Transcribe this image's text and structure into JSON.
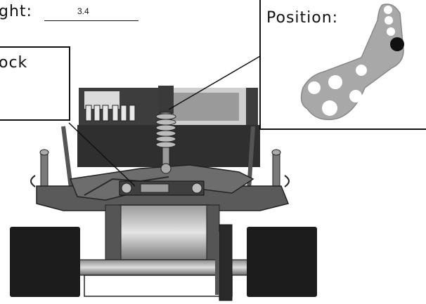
{
  "ride_height": {
    "label": "ght:",
    "value": "3.4"
  },
  "shock": {
    "label": "ock"
  },
  "position": {
    "label": "Position:"
  },
  "colors": {
    "ink": "#111111",
    "plate": "#a8a8a8",
    "chassis": "#4a4a4a",
    "tire": "#1c1c1c"
  }
}
